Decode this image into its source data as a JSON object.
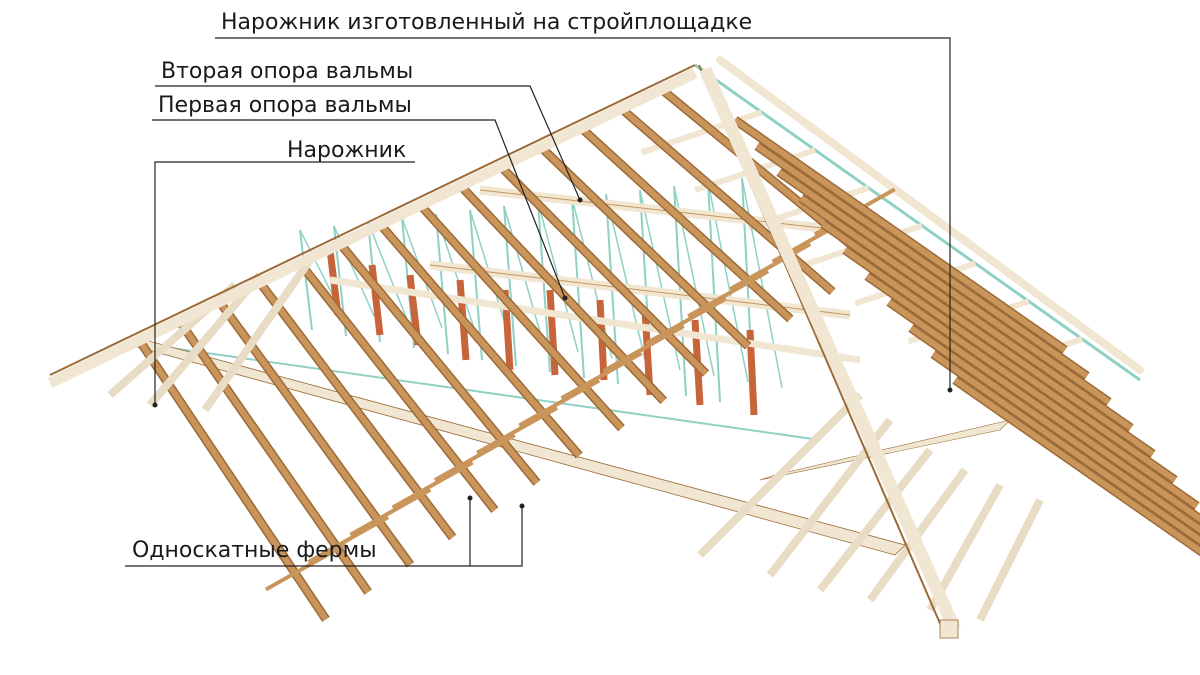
{
  "labels": {
    "field_made_hip": "Нарожник изготовленный на стройплощадке",
    "second_hip_support": "Вторая опора вальмы",
    "first_hip_support": "Первая опора вальмы",
    "hip_rafter": "Нарожник",
    "single_pitch_trusses": "Односкатные фермы"
  },
  "colors": {
    "rafter_wood": "#c9955b",
    "rafter_wood_dark": "#9c6a37",
    "pale_wood": "#e8dcc4",
    "cream_wood": "#f0e6d2",
    "web_members": "#8fd1c4",
    "red_posts": "#c8643a",
    "callout_line": "#222222",
    "background": "#ffffff"
  }
}
